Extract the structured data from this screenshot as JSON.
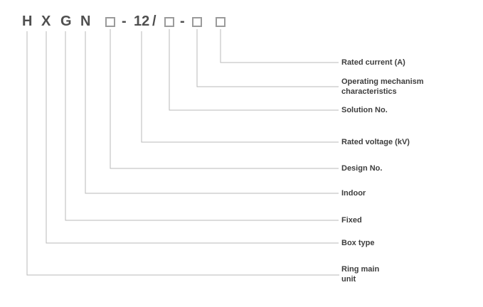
{
  "code": {
    "h": "H",
    "x": "X",
    "g": "G",
    "n": "N",
    "dash1": "-",
    "voltage": "12",
    "slash": "/",
    "dash2": "-"
  },
  "labels": {
    "rated_current": "Rated current (A)",
    "operating_mechanism": "Operating mechanism characteristics",
    "solution_no": "Solution No.",
    "rated_voltage": "Rated voltage (kV)",
    "design_no": "Design No.",
    "indoor": "Indoor",
    "fixed": "Fixed",
    "box_type": "Box type",
    "ring_main_unit": "Ring main unit"
  }
}
